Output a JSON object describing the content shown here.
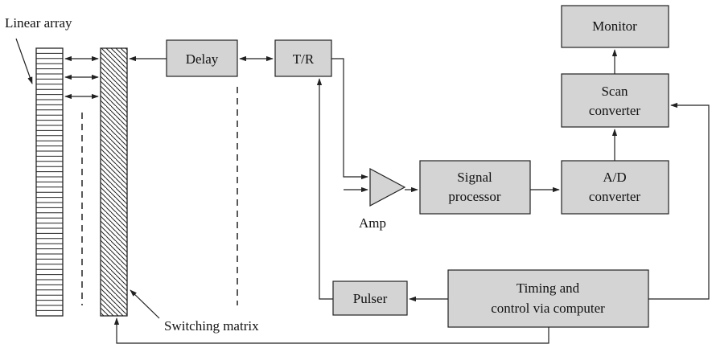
{
  "labels": {
    "linear_array": "Linear array",
    "switching_matrix": "Switching matrix",
    "delay": "Delay",
    "tr": "T/R",
    "monitor": "Monitor",
    "scan_converter": [
      "Scan",
      "converter"
    ],
    "signal_processor": [
      "Signal",
      "processor"
    ],
    "ad_converter": [
      "A/D",
      "converter"
    ],
    "amp": "Amp",
    "pulser": "Pulser",
    "timing_control": [
      "Timing and",
      "control via computer"
    ]
  },
  "colors": {
    "block_fill": "#d4d4d4",
    "line": "#222222"
  }
}
